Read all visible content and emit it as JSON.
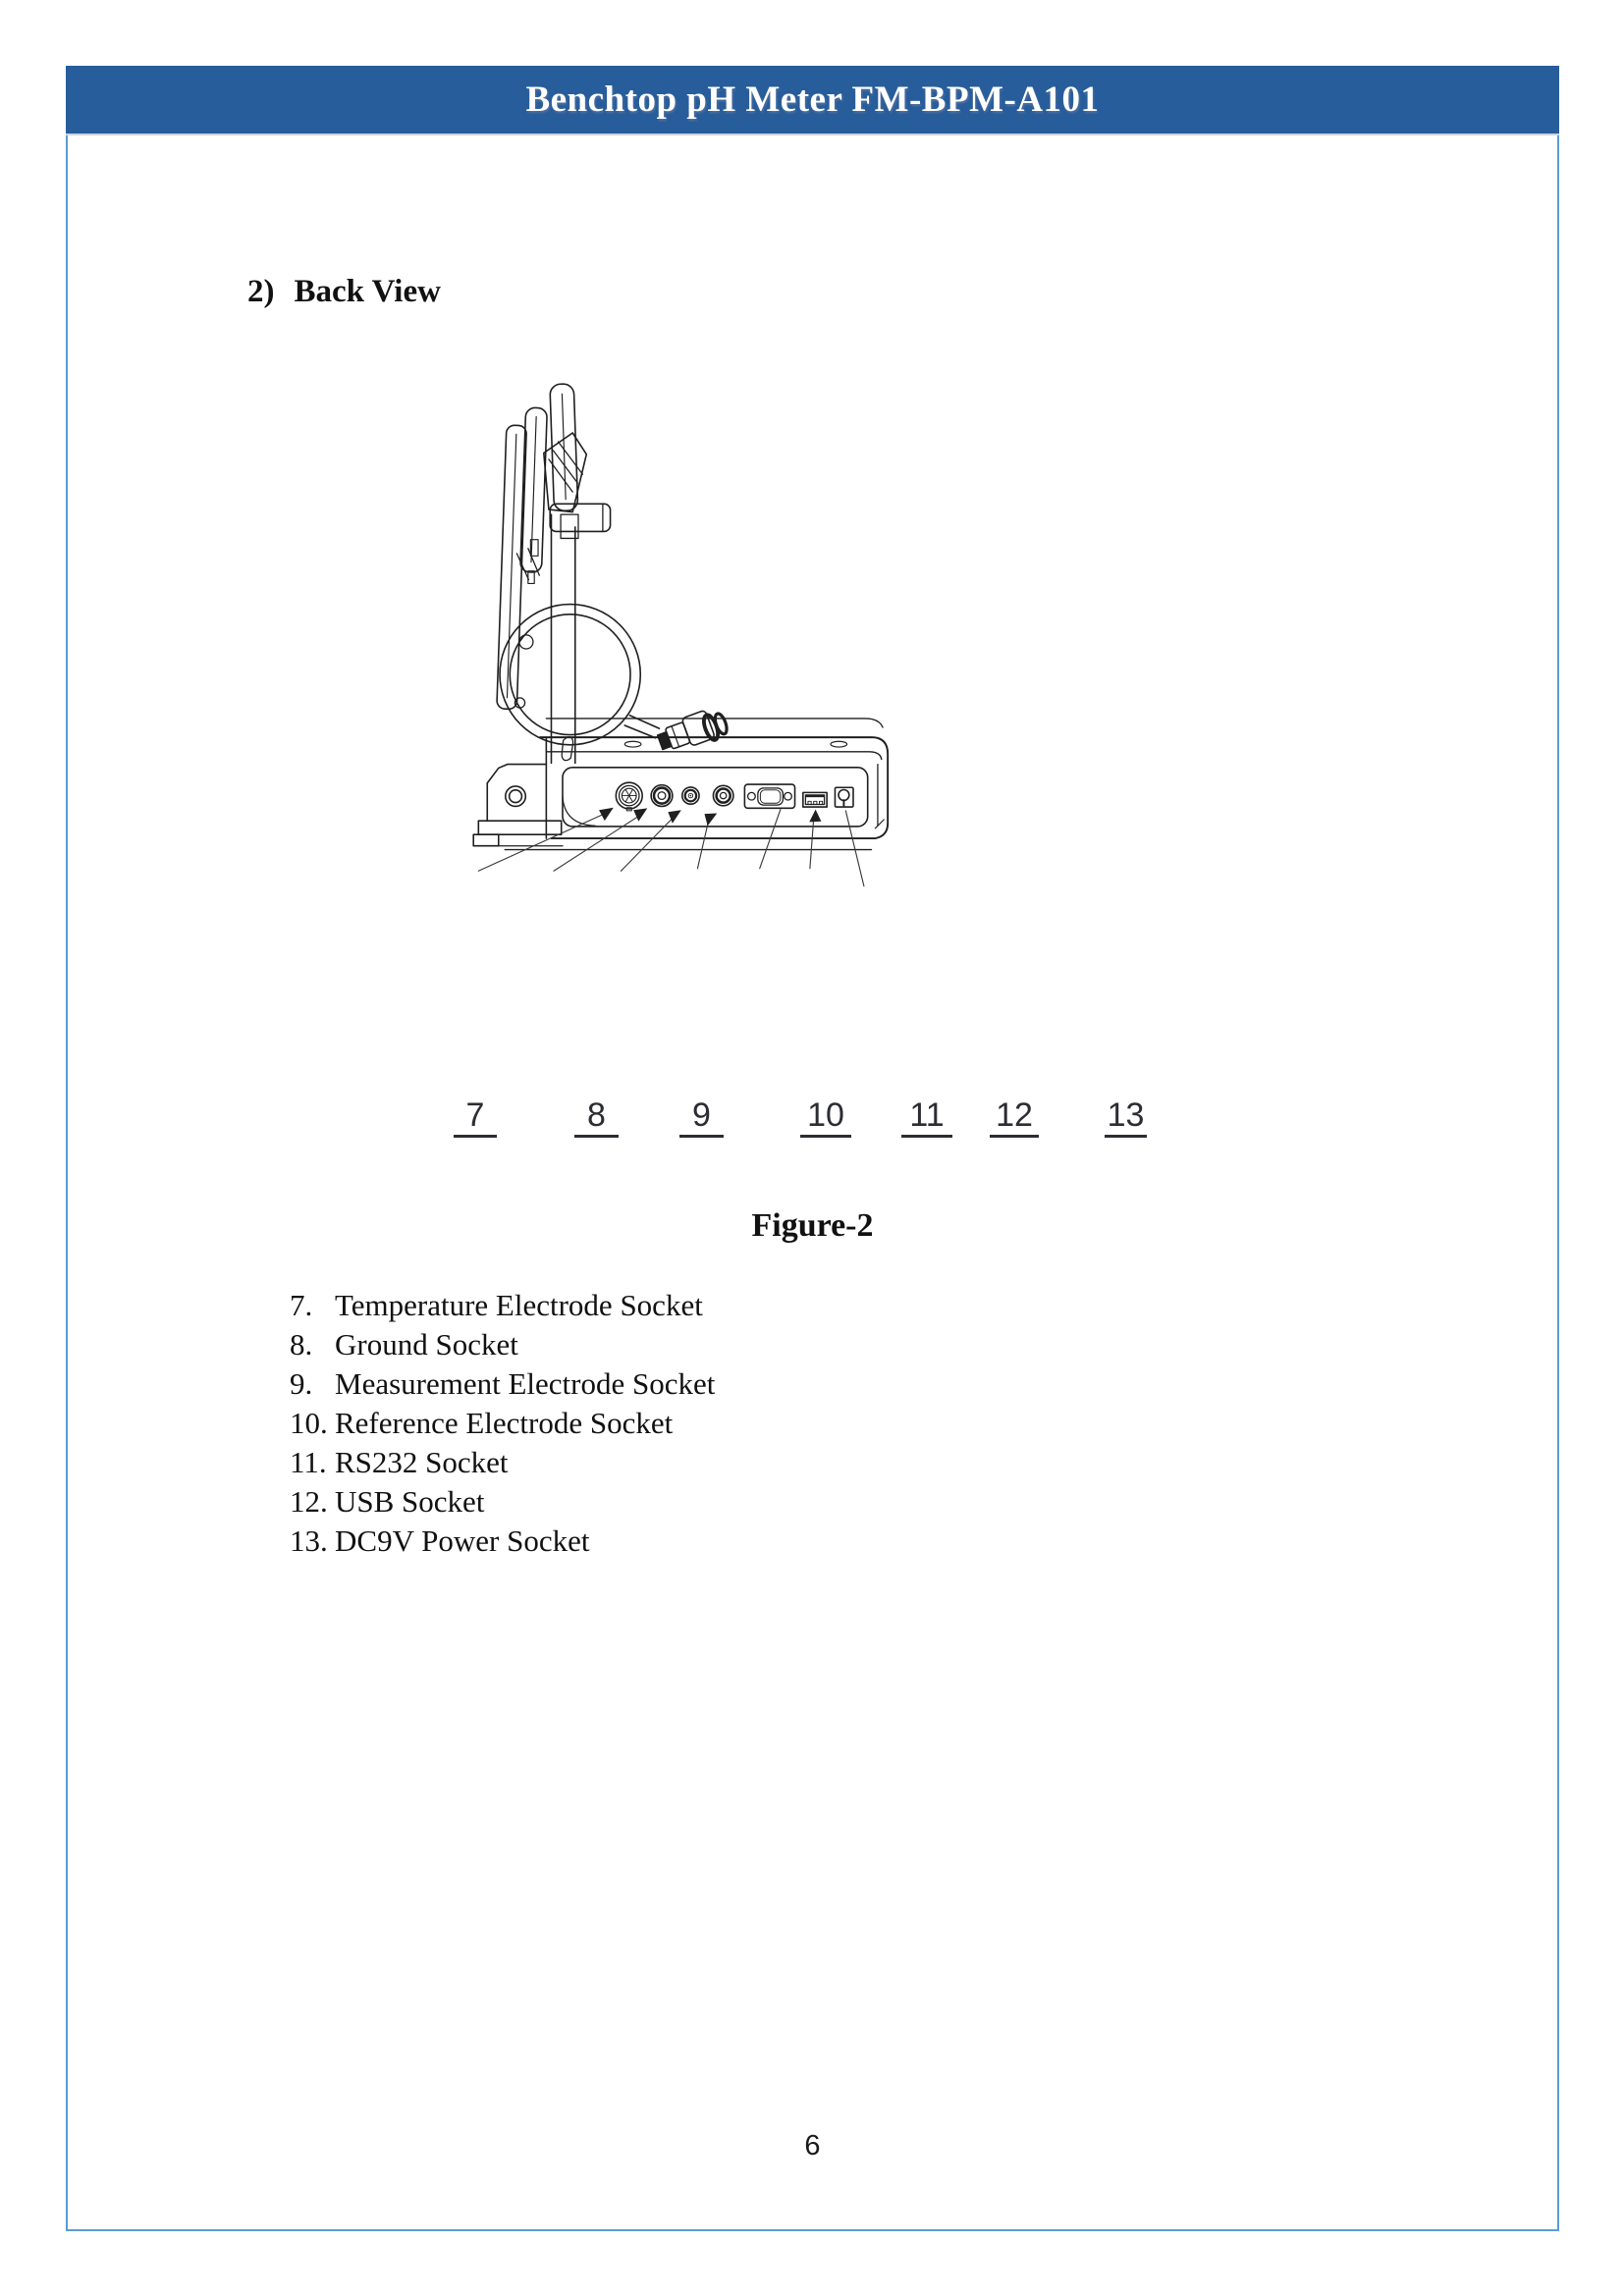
{
  "header": {
    "title": "Benchtop pH Meter FM-BPM-A101"
  },
  "section": {
    "number_label": "2)",
    "title": "Back View"
  },
  "figure": {
    "caption": "Figure-2",
    "callouts": [
      {
        "number": "7"
      },
      {
        "number": "8"
      },
      {
        "number": "9"
      },
      {
        "number": "10"
      },
      {
        "number": "11"
      },
      {
        "number": "12"
      },
      {
        "number": "13"
      }
    ]
  },
  "legend": {
    "items": [
      {
        "number": "7.",
        "label": "Temperature Electrode Socket"
      },
      {
        "number": "8.",
        "label": "Ground Socket"
      },
      {
        "number": "9.",
        "label": "Measurement Electrode Socket"
      },
      {
        "number": "10.",
        "label": "Reference Electrode Socket"
      },
      {
        "number": "11.",
        "label": "RS232 Socket"
      },
      {
        "number": "12.",
        "label": "USB Socket"
      },
      {
        "number": "13.",
        "label": "DC9V Power Socket"
      }
    ]
  },
  "footer": {
    "page_number": "6"
  },
  "colors": {
    "header_bar": "#275d9b",
    "header_text": "#ffffff",
    "page_border": "#5b9bd5",
    "drawing_ink": "#1f1f1f",
    "callout_ink": "#2b2d33"
  }
}
